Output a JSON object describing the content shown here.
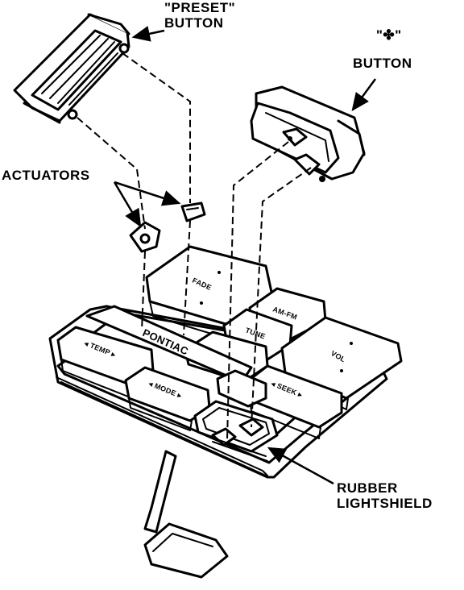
{
  "labels": {
    "preset": {
      "line1": "\"PRESET\"",
      "line2": "BUTTON"
    },
    "fan": {
      "symbol": "\"✤\"",
      "line2": "BUTTON"
    },
    "actuators": "ACTUATORS",
    "lightshield": {
      "line1": "RUBBER",
      "line2": "LIGHTSHIELD"
    }
  },
  "keys": {
    "fade": "FADE",
    "amfm": "AM-FM",
    "tune": "TUNE",
    "vol": "VOL",
    "temp": "◂ TEMP ▸",
    "mode": "◂ MODE ▸",
    "seek": "◂ SEEK ▸",
    "brand": "PONTIAC"
  }
}
